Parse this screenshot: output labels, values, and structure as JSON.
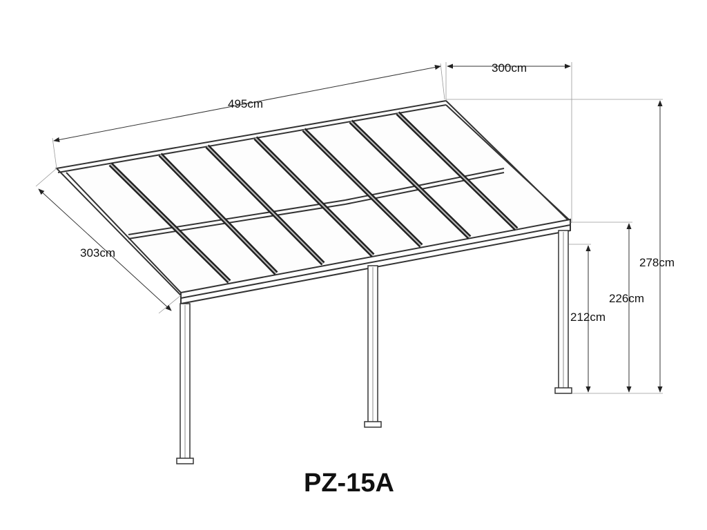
{
  "title": "PZ-15A",
  "dimensions": {
    "length": "495cm",
    "depth_top": "300cm",
    "depth_side": "303cm",
    "height_total": "278cm",
    "height_front": "226cm",
    "height_clear": "212cm"
  },
  "colors": {
    "line": "#222222",
    "background": "#ffffff"
  }
}
